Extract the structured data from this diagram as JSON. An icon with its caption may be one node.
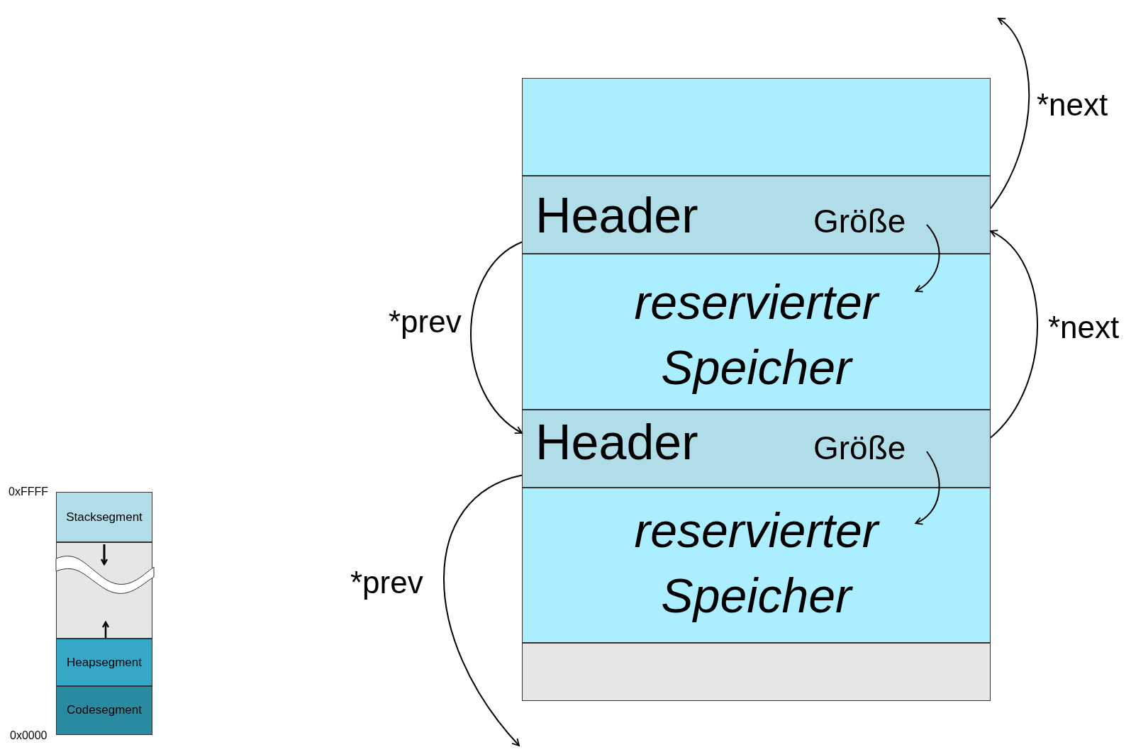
{
  "diagram": {
    "nodes": [
      {
        "text": [],
        "shape": "box"
      },
      {
        "text": [
          "Header"
        ]
      },
      {
        "text": [
          "Größe"
        ],
        "in": 1
      },
      {
        "text": [
          "reservierter Speicher"
        ]
      },
      {
        "text": [
          "Header"
        ]
      },
      {
        "text": [
          "Größe"
        ],
        "in": 4
      },
      {
        "text": [
          "reservierter Speicher"
        ]
      },
      {
        "text": [],
        "shape": "box"
      },
      {
        "text": [
          "Stacksegment"
        ]
      },
      {
        "text": [],
        "shape": "box"
      },
      {
        "text": [
          "Heapsegment"
        ]
      },
      {
        "text": [
          "Codesegment"
        ]
      }
    ],
    "edges": [
      {
        "from": 1,
        "to": null,
        "arrow": "to",
        "label": "*next"
      },
      {
        "from": 1,
        "to": 4,
        "arrow": "to",
        "label": "*prev"
      },
      {
        "from": 4,
        "to": 1,
        "arrow": "to",
        "label": "*next"
      },
      {
        "from": 4,
        "to": null,
        "arrow": "to",
        "label": "*prev"
      },
      {
        "from": 2,
        "to": 3,
        "arrow": "to"
      },
      {
        "from": 5,
        "to": 6,
        "arrow": "to"
      }
    ],
    "labels": [
      "0xFFFF",
      "0x0000"
    ]
  }
}
